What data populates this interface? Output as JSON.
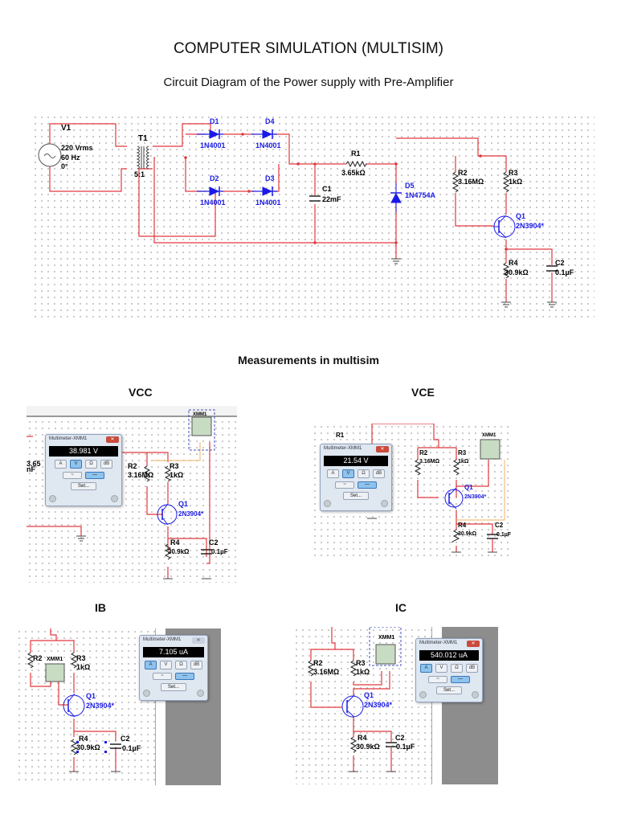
{
  "document": {
    "title": "COMPUTER SIMULATION (MULTISIM)",
    "subtitle": "Circuit Diagram of the Power supply with Pre-Amplifier",
    "measurements_heading": "Measurements in multisim"
  },
  "main_circuit": {
    "source": {
      "ref": "V1",
      "voltage": "220 Vrms",
      "freq": "60 Hz",
      "phase": "0°"
    },
    "transformer": {
      "ref": "T1",
      "ratio": "5:1"
    },
    "diodes": [
      {
        "ref": "D1",
        "part": "1N4001"
      },
      {
        "ref": "D4",
        "part": "1N4001"
      },
      {
        "ref": "D2",
        "part": "1N4001"
      },
      {
        "ref": "D3",
        "part": "1N4001"
      }
    ],
    "r1": {
      "ref": "R1",
      "value": "3.65kΩ"
    },
    "c1": {
      "ref": "C1",
      "value": "22mF"
    },
    "zener": {
      "ref": "D5",
      "part": "1N4754A"
    },
    "r2": {
      "ref": "R2",
      "value": "3.16MΩ"
    },
    "r3": {
      "ref": "R3",
      "value": "1kΩ"
    },
    "q1": {
      "ref": "Q1",
      "part": "2N3904*"
    },
    "r4": {
      "ref": "R4",
      "value": "30.9kΩ"
    },
    "c2": {
      "ref": "C2",
      "value": "0.1µF"
    }
  },
  "multimeter": {
    "title": "Multimeter-XMM1",
    "instrument_ref": "XMM1",
    "btn_a": "A",
    "btn_v": "V",
    "btn_ohm": "Ω",
    "btn_db": "dB",
    "set_label": "Set...",
    "plus": "+",
    "minus": "-"
  },
  "measurements": {
    "vcc": {
      "label": "VCC",
      "reading": "38.981 V",
      "mode": "V"
    },
    "vce": {
      "label": "VCE",
      "reading": "21.54 V",
      "mode": "V"
    },
    "ib": {
      "label": "IB",
      "reading": "7.105 uA",
      "mode": "A"
    },
    "ic": {
      "label": "IC",
      "reading": "540.012 uA",
      "mode": "A"
    }
  },
  "colors": {
    "wire": "#e0393e",
    "component": "#000000",
    "part_blue": "#1a1ae6",
    "probe_wire": "#f0b060"
  }
}
